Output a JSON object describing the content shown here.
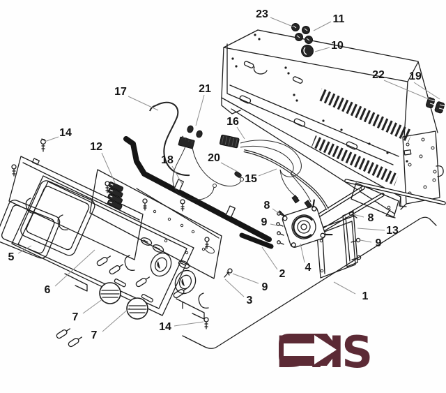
{
  "figure": {
    "kind": "exploded-parts-diagram",
    "callouts": [
      {
        "id": "callout-23",
        "label": "23"
      },
      {
        "id": "callout-11",
        "label": "11"
      },
      {
        "id": "callout-10",
        "label": "10"
      },
      {
        "id": "callout-22",
        "label": "22"
      },
      {
        "id": "callout-19",
        "label": "19"
      },
      {
        "id": "callout-17",
        "label": "17"
      },
      {
        "id": "callout-21",
        "label": "21"
      },
      {
        "id": "callout-16",
        "label": "16"
      },
      {
        "id": "callout-12",
        "label": "12"
      },
      {
        "id": "callout-14-top",
        "label": "14"
      },
      {
        "id": "callout-18",
        "label": "18"
      },
      {
        "id": "callout-20",
        "label": "20"
      },
      {
        "id": "callout-15",
        "label": "15"
      },
      {
        "id": "callout-8-left",
        "label": "8"
      },
      {
        "id": "callout-9-left",
        "label": "9"
      },
      {
        "id": "callout-8-right",
        "label": "8"
      },
      {
        "id": "callout-13",
        "label": "13"
      },
      {
        "id": "callout-9-right",
        "label": "9"
      },
      {
        "id": "callout-5",
        "label": "5"
      },
      {
        "id": "callout-2",
        "label": "2"
      },
      {
        "id": "callout-4",
        "label": "4"
      },
      {
        "id": "callout-6",
        "label": "6"
      },
      {
        "id": "callout-9-bottom",
        "label": "9"
      },
      {
        "id": "callout-3",
        "label": "3"
      },
      {
        "id": "callout-1",
        "label": "1"
      },
      {
        "id": "callout-7-upper",
        "label": "7"
      },
      {
        "id": "callout-7-lower",
        "label": "7"
      },
      {
        "id": "callout-14-bottom",
        "label": "14"
      }
    ]
  },
  "logo": {
    "text": "DHS",
    "color": "#5c2a35"
  },
  "colors": {
    "line": "#1c1c1c",
    "background": "#fefefe",
    "leader": "#8f8f8f",
    "logo": "#5c2a35"
  }
}
